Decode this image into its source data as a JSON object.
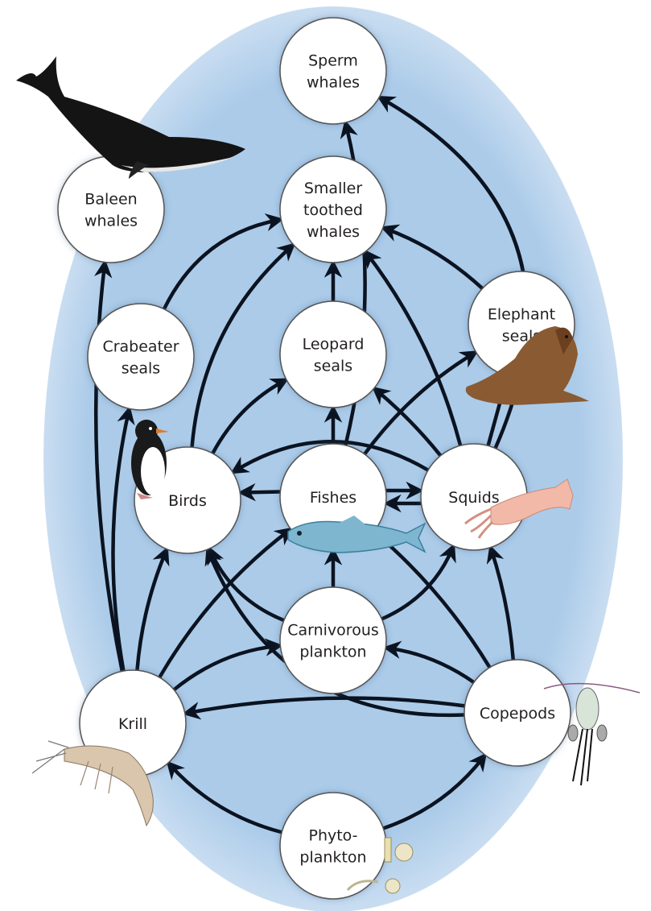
{
  "colors": {
    "background": "#abcbe9",
    "node_fill": "#ffffff",
    "arrow": "#0b1320"
  },
  "nodes": [
    {
      "id": "sperm",
      "label": [
        "Sperm",
        "whales"
      ]
    },
    {
      "id": "baleen",
      "label": [
        "Baleen",
        "whales"
      ]
    },
    {
      "id": "toothed",
      "label": [
        "Smaller",
        "toothed",
        "whales"
      ]
    },
    {
      "id": "crabeater",
      "label": [
        "Crabeater",
        "seals"
      ]
    },
    {
      "id": "leopard",
      "label": [
        "Leopard",
        "seals"
      ]
    },
    {
      "id": "elephant",
      "label": [
        "Elephant",
        "seals"
      ]
    },
    {
      "id": "birds",
      "label": [
        "Birds"
      ]
    },
    {
      "id": "fishes",
      "label": [
        "Fishes"
      ]
    },
    {
      "id": "squids",
      "label": [
        "Squids"
      ]
    },
    {
      "id": "carnplank",
      "label": [
        "Carnivorous",
        "plankton"
      ]
    },
    {
      "id": "krill",
      "label": [
        "Krill"
      ]
    },
    {
      "id": "copepods",
      "label": [
        "Copepods"
      ]
    },
    {
      "id": "phyto",
      "label": [
        "Phyto-",
        "plankton"
      ]
    }
  ],
  "edges": [
    {
      "from": "phyto",
      "to": "krill"
    },
    {
      "from": "phyto",
      "to": "copepods"
    },
    {
      "from": "copepods",
      "to": "krill"
    },
    {
      "from": "copepods",
      "to": "carnplank"
    },
    {
      "from": "copepods",
      "to": "squids"
    },
    {
      "from": "copepods",
      "to": "fishes"
    },
    {
      "from": "copepods",
      "to": "birds"
    },
    {
      "from": "krill",
      "to": "baleen"
    },
    {
      "from": "krill",
      "to": "crabeater"
    },
    {
      "from": "krill",
      "to": "birds"
    },
    {
      "from": "krill",
      "to": "fishes"
    },
    {
      "from": "krill",
      "to": "carnplank"
    },
    {
      "from": "carnplank",
      "to": "fishes"
    },
    {
      "from": "carnplank",
      "to": "birds"
    },
    {
      "from": "carnplank",
      "to": "squids"
    },
    {
      "from": "fishes",
      "to": "birds"
    },
    {
      "from": "fishes",
      "to": "squids"
    },
    {
      "from": "fishes",
      "to": "leopard"
    },
    {
      "from": "fishes",
      "to": "sperm"
    },
    {
      "from": "fishes",
      "to": "elephant"
    },
    {
      "from": "squids",
      "to": "fishes"
    },
    {
      "from": "squids",
      "to": "birds"
    },
    {
      "from": "squids",
      "to": "leopard"
    },
    {
      "from": "squids",
      "to": "toothed"
    },
    {
      "from": "squids",
      "to": "elephant"
    },
    {
      "from": "squids",
      "to": "sperm"
    },
    {
      "from": "birds",
      "to": "leopard"
    },
    {
      "from": "birds",
      "to": "toothed"
    },
    {
      "from": "crabeater",
      "to": "toothed"
    },
    {
      "from": "leopard",
      "to": "toothed"
    },
    {
      "from": "elephant",
      "to": "toothed"
    }
  ],
  "illustrations": [
    "whale-icon",
    "penguin-icon",
    "elephant-seal-icon",
    "fish-icon",
    "squid-icon",
    "krill-icon",
    "copepod-icon",
    "phytoplankton-icon"
  ]
}
